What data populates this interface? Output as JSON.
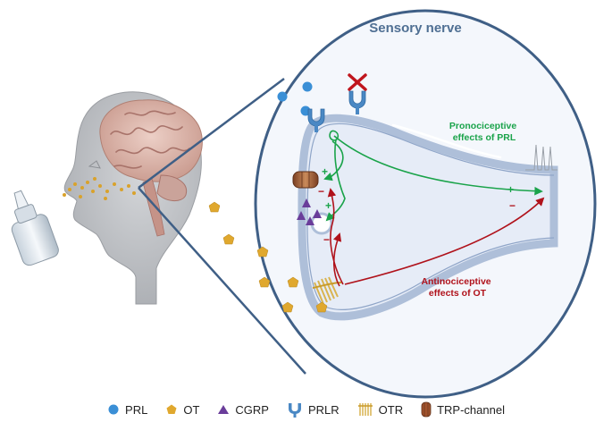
{
  "diagram": {
    "title": "Sensory nerve",
    "pronociceptive_label": [
      "Pronociceptive",
      "effects of PRL"
    ],
    "antinociceptive_label": [
      "Antinociceptive",
      "effects of OT"
    ],
    "signs": {
      "plus": "+",
      "minus": "−"
    }
  },
  "legend": [
    {
      "icon": "prl-dot-icon",
      "label": "PRL",
      "color": "#3a8fd6"
    },
    {
      "icon": "ot-pentagon-icon",
      "label": "OT",
      "color": "#e0a82e"
    },
    {
      "icon": "cgrp-triangle-icon",
      "label": "CGRP",
      "color": "#6a3d9a"
    },
    {
      "icon": "prlr-receptor-icon",
      "label": "PRLR",
      "color": "#4a88c4"
    },
    {
      "icon": "otr-receptor-icon",
      "label": "OTR",
      "color": "#e6c35a"
    },
    {
      "icon": "trp-channel-icon",
      "label": "TRP-channel",
      "color": "#a0522d"
    }
  ],
  "colors": {
    "pro": "#1aa34a",
    "anti": "#b0121b",
    "zoom_outline": "#3f5f86",
    "membrane": "#aebfd9",
    "nerve_fill": "#e6ecf7"
  }
}
